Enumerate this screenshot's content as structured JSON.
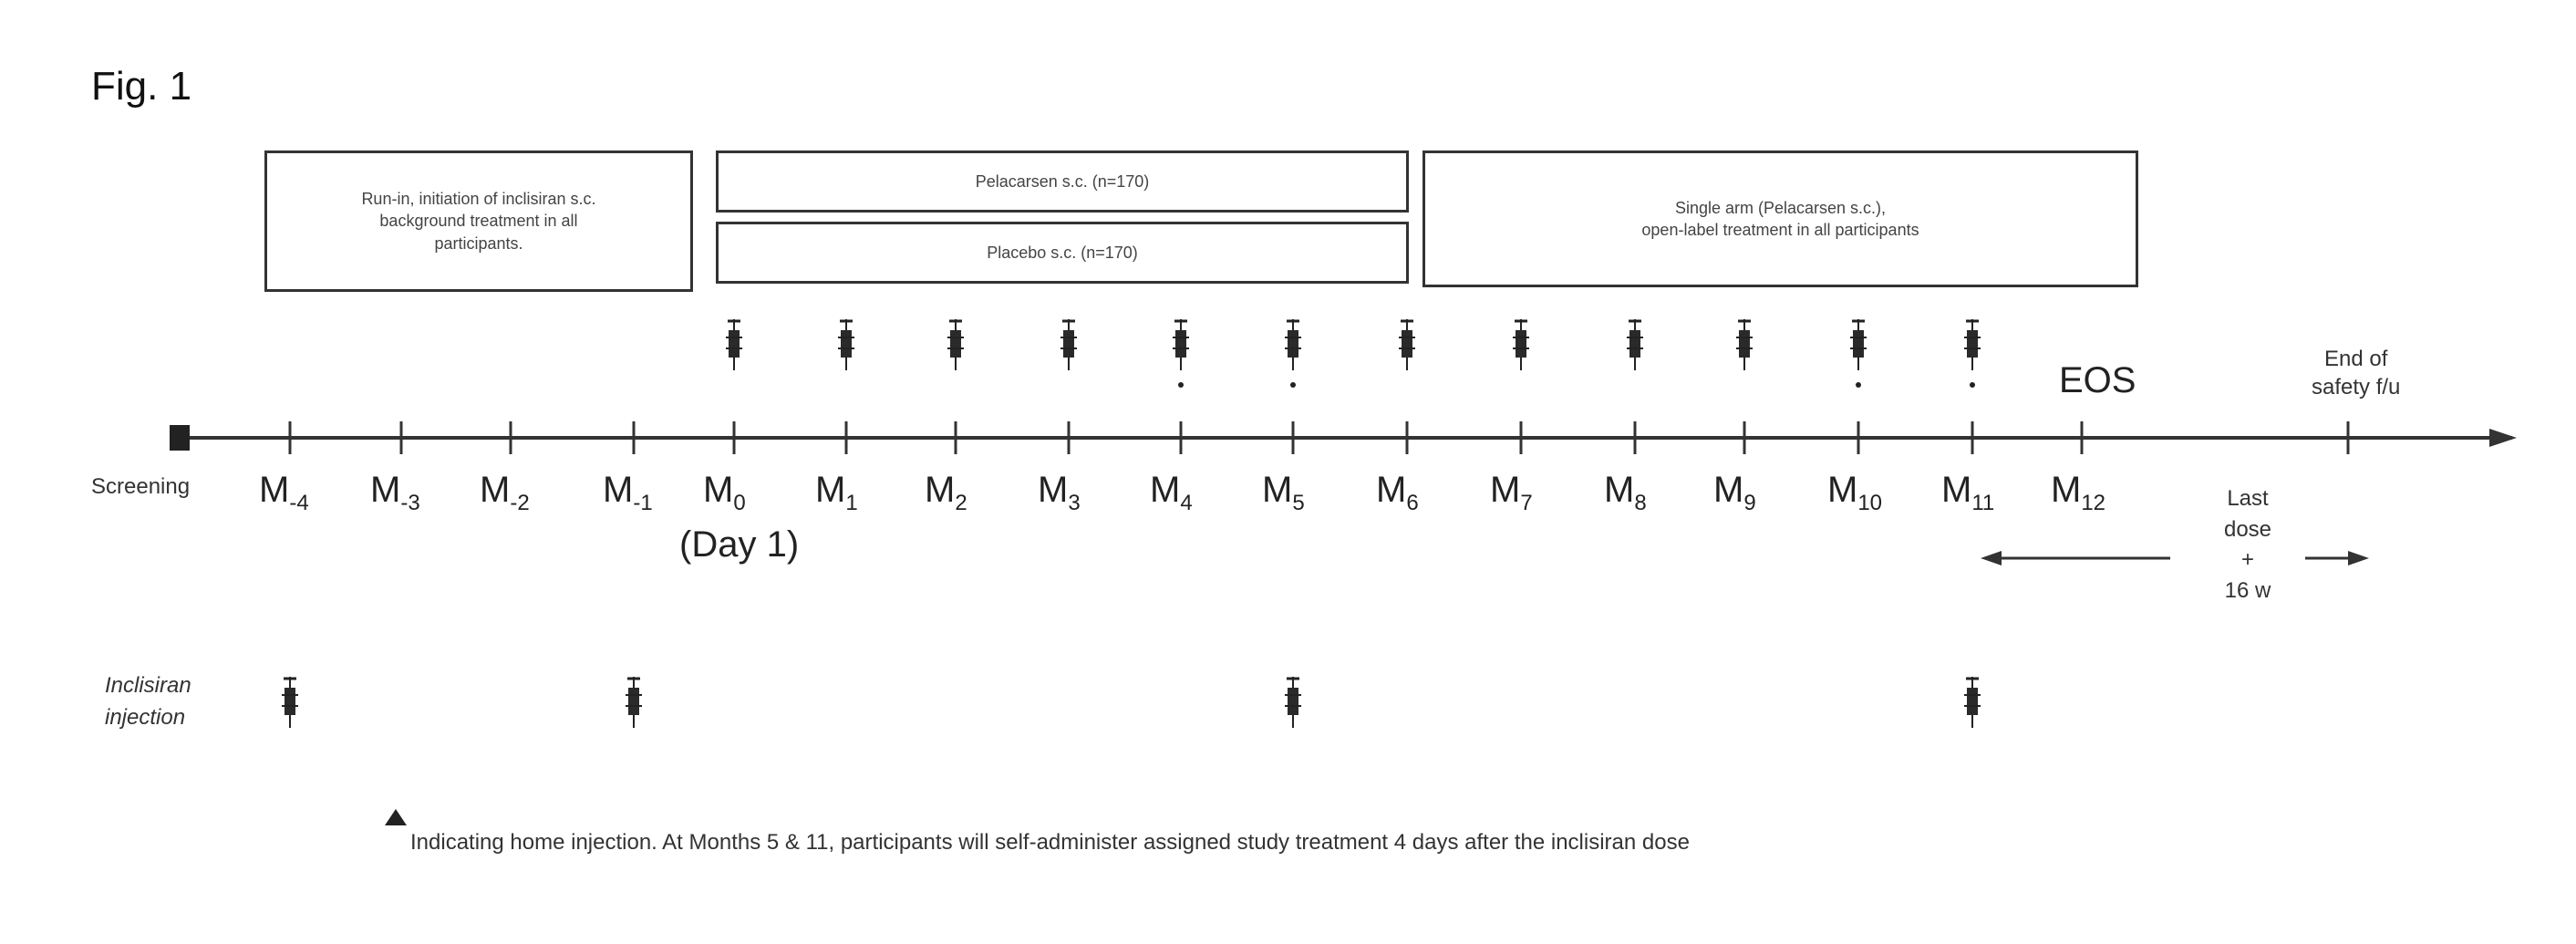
{
  "figure": {
    "title": "Fig. 1"
  },
  "boxes": {
    "runin": [
      "Run-in, initiation of inclisiran s.c.",
      "background treatment in all",
      "participants."
    ],
    "pelacarsen": "Pelacarsen s.c. (n=170)",
    "placebo": "Placebo s.c. (n=170)",
    "single_arm": [
      "Single arm (Pelacarsen s.c.),",
      "open-label treatment in all participants"
    ]
  },
  "timeline": {
    "screening": "Screening",
    "months": [
      {
        "base": "M",
        "sub": "-4"
      },
      {
        "base": "M",
        "sub": "-3"
      },
      {
        "base": "M",
        "sub": "-2"
      },
      {
        "base": "M",
        "sub": "-1"
      },
      {
        "base": "M",
        "sub": "0"
      },
      {
        "base": "M",
        "sub": "1"
      },
      {
        "base": "M",
        "sub": "2"
      },
      {
        "base": "M",
        "sub": "3"
      },
      {
        "base": "M",
        "sub": "4"
      },
      {
        "base": "M",
        "sub": "5"
      },
      {
        "base": "M",
        "sub": "6"
      },
      {
        "base": "M",
        "sub": "7"
      },
      {
        "base": "M",
        "sub": "8"
      },
      {
        "base": "M",
        "sub": "9"
      },
      {
        "base": "M",
        "sub": "10"
      },
      {
        "base": "M",
        "sub": "11"
      },
      {
        "base": "M",
        "sub": "12"
      }
    ],
    "day1": "(Day 1)",
    "eos": "EOS",
    "end_of_safety": [
      "End of",
      "safety f/u"
    ],
    "last_dose": [
      "Last",
      "dose",
      "+",
      "16 w"
    ]
  },
  "injection_label": [
    "Inclisiran",
    "injection"
  ],
  "footnote": "Indicating home injection. At Months 5 & 11, participants will self-administer assigned study treatment 4 days after the inclisiran dose"
}
